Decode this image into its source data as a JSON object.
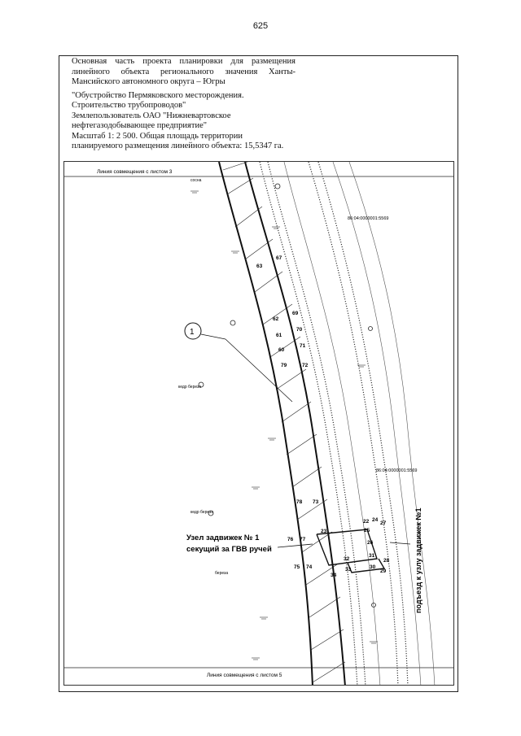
{
  "page_number": "625",
  "header": {
    "heading": "Основная часть проекта планировки для размещения линейного объекта регионального значения Ханты-Мансийского автономного округа – Югры",
    "project_name_1": "\"Обустройство Пермяковского месторождения.",
    "project_name_2": "Строительство трубопроводов\"",
    "land_user_1": "Землепользователь ОАО \"Нижневартовское",
    "land_user_2": "нефтегазодобывающее предприятие\"",
    "scale_1": "Масштаб 1: 2 500. Общая площадь территории",
    "scale_2": "планируемого размещения  линейного объекта: 15,5347 га."
  },
  "map": {
    "match_line_top": "Линия совмещения с листом 3",
    "match_line_bottom": "Линия совмещения с листом 5",
    "callout_number": "1",
    "valve_node_1": "Узел задвижек № 1",
    "valve_node_2": "секущий за ГВВ ручей",
    "access_road": "подъезд к узлу задвижек №1",
    "cadastral_1": "86:04:0000001:5569",
    "cadastral_2": "86:04:0000001:5569",
    "tree_label": "сосна",
    "tree_label_2": "кедр береза",
    "tree_label_3": "кедр береза",
    "tree_label_4": "береза",
    "point_labels": [
      "63",
      "62",
      "61",
      "60",
      "79",
      "78",
      "76",
      "77",
      "75",
      "74",
      "67",
      "69",
      "70",
      "71",
      "72",
      "73",
      "23",
      "22",
      "24",
      "25",
      "27",
      "26",
      "28",
      "29",
      "30",
      "31",
      "32",
      "33",
      "34"
    ]
  },
  "colors": {
    "ink": "#111111",
    "road_dots": "#333333"
  }
}
